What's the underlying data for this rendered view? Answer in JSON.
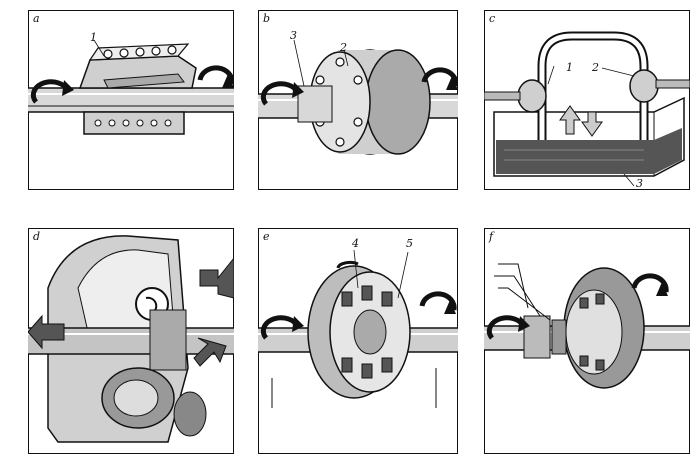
{
  "figure": {
    "panels": [
      {
        "letter": "a",
        "callouts": [
          "1"
        ]
      },
      {
        "letter": "b",
        "callouts": [
          "3",
          "2"
        ]
      },
      {
        "letter": "c",
        "callouts": [
          "1",
          "2",
          "3"
        ]
      },
      {
        "letter": "d",
        "callouts": []
      },
      {
        "letter": "e",
        "callouts": [
          "4",
          "5"
        ]
      },
      {
        "letter": "f",
        "callouts": []
      }
    ]
  }
}
